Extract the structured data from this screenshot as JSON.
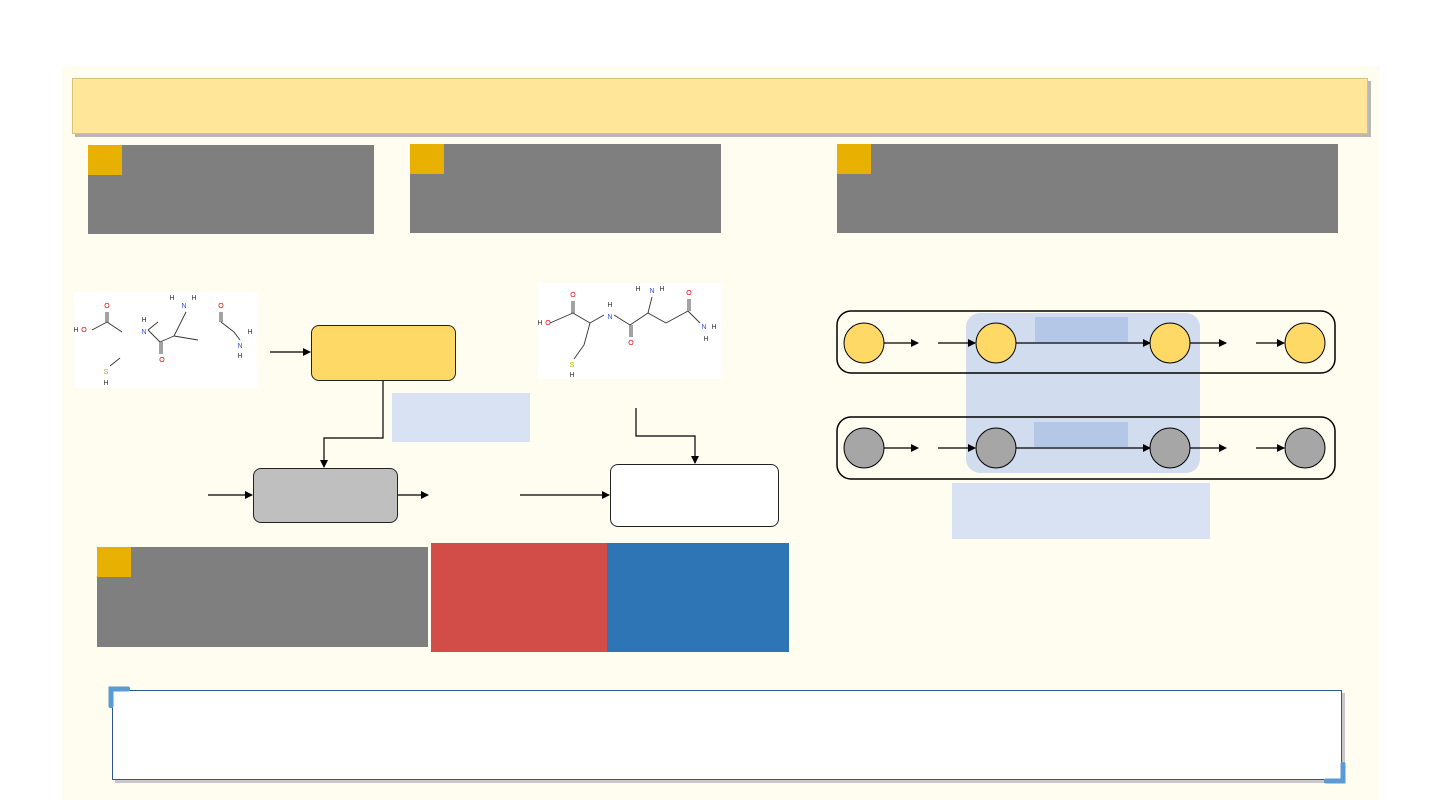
{
  "title": "",
  "panels": [
    {
      "id": "panel-1",
      "tag": "",
      "text": ""
    },
    {
      "id": "panel-2",
      "tag": "",
      "text": ""
    },
    {
      "id": "panel-3",
      "tag": "",
      "text": ""
    },
    {
      "id": "panel-4",
      "tag": "",
      "text": ""
    }
  ],
  "molecule_left_atoms": [
    "O",
    "O",
    "H",
    "H",
    "N",
    "H",
    "N",
    "H",
    "O",
    "O",
    "N",
    "H",
    "H",
    "S",
    "H"
  ],
  "molecule_right_atoms": [
    "O",
    "H",
    "O",
    "N",
    "H",
    "H",
    "N",
    "H",
    "O",
    "O",
    "N",
    "H",
    "H",
    "S",
    "H"
  ],
  "colors": {
    "banner": "#ffe699",
    "panel_grey": "#7f7f7f",
    "tag_gold": "#e8b000",
    "node_yellow": "#ffd966",
    "node_grey": "#a6a6a6",
    "box_yellow": "#ffd966",
    "box_grey": "#bfbfbf",
    "note_blue": "#d9e2f3",
    "highlight_blue": "#c9d6ef",
    "label_blue": "#b4c7e7",
    "red_block": "#d24d48",
    "blue_block": "#2e75b6",
    "atom_oxygen": "#e00000",
    "atom_nitrogen": "#3050f8",
    "atom_sulfur": "#c8a000"
  }
}
